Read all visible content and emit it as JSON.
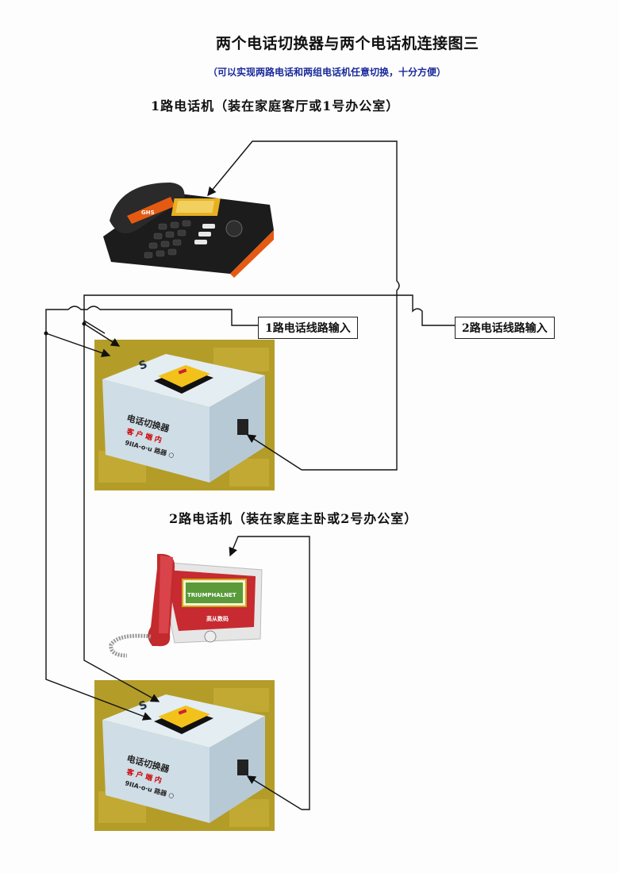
{
  "title": "两个电话切换器与两个电话机连接图三",
  "subtitle": "（可以实现两路电话和两组电话机任意切换，十分方便）",
  "phone1": {
    "label": "1路电话机（装在家庭客厅或1号办公室）",
    "handset_sticker": "GHS"
  },
  "phone2": {
    "label": "2路电话机（装在家庭主卧或2号办公室）",
    "screen_text": "TRIUMPHALNET",
    "brand": "高从数码"
  },
  "inputs": {
    "line1": "1路电话线路输入",
    "line2": "2路电话线路输入"
  },
  "switch_box": {
    "name": "电话切换器",
    "line2_text": "客 户 端  内",
    "line3_text": "9IIA-o·u 路器  ○",
    "side_mark": "S"
  },
  "colors": {
    "background": "#fdfdfd",
    "grass": "#b8a02a",
    "box": "#dfeaf0",
    "button": "#f2c21a",
    "phone1_body": "#1d1d1d",
    "phone1_accent": "#e55a12",
    "phone2_body": "#c72a30",
    "subtitle": "#1a2a9a"
  }
}
